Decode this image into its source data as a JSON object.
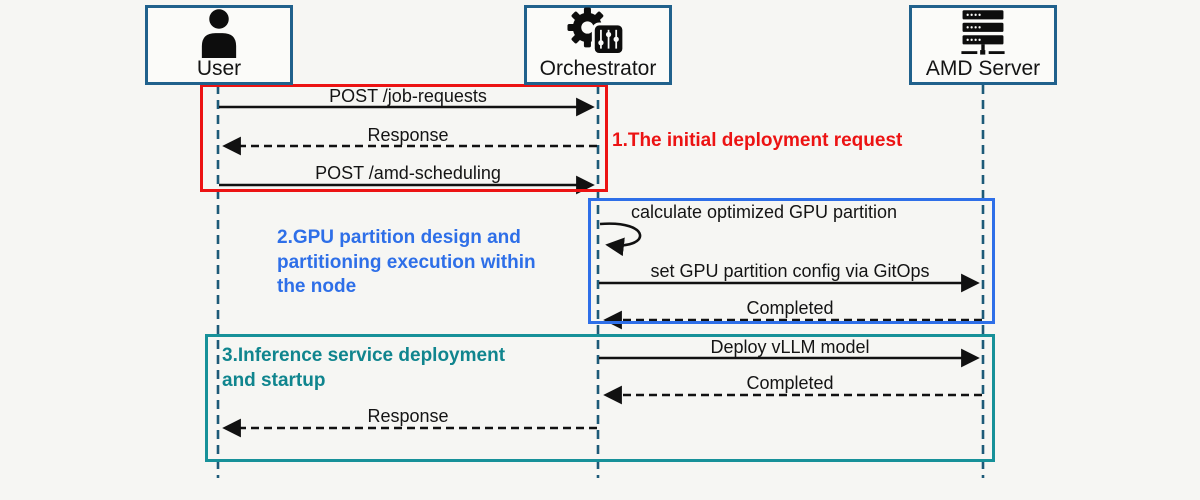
{
  "diagram_type": "sequence-diagram",
  "colors": {
    "actor_border": "#20618c",
    "lifeline": "#1d5a78",
    "message": "#141414",
    "group1_red": "#ec1313",
    "group2_blue": "#2e6fe8",
    "group3_teal": "#179199",
    "background": "#f6f6f3"
  },
  "actors": [
    {
      "label": "User",
      "icon": "person-icon"
    },
    {
      "label": "Orchestrator",
      "icon": "gear-sliders-icon"
    },
    {
      "label": "AMD Server",
      "icon": "server-rack-icon"
    }
  ],
  "groups": [
    {
      "label": "1.The initial deployment request",
      "color": "#ec1313"
    },
    {
      "label": "2.GPU partition design and\npartitioning execution within\nthe node",
      "color": "#2e6fe8"
    },
    {
      "label": "3.Inference service deployment\nand startup",
      "color": "#179199"
    }
  ],
  "messages": [
    {
      "label": "POST /job-requests",
      "from": "User",
      "to": "Orchestrator",
      "style": "solid"
    },
    {
      "label": "Response",
      "from": "Orchestrator",
      "to": "User",
      "style": "dashed"
    },
    {
      "label": "POST /amd-scheduling",
      "from": "User",
      "to": "Orchestrator",
      "style": "solid"
    },
    {
      "label": "calculate optimized GPU partition",
      "from": "Orchestrator",
      "to": "Orchestrator",
      "style": "self-loop"
    },
    {
      "label": "set GPU partition config via GitOps",
      "from": "Orchestrator",
      "to": "AMD Server",
      "style": "solid"
    },
    {
      "label": "Completed",
      "from": "AMD Server",
      "to": "Orchestrator",
      "style": "dashed"
    },
    {
      "label": "Deploy vLLM model",
      "from": "Orchestrator",
      "to": "AMD Server",
      "style": "solid"
    },
    {
      "label": "Completed",
      "from": "AMD Server",
      "to": "Orchestrator",
      "style": "dashed"
    },
    {
      "label": "Response",
      "from": "Orchestrator",
      "to": "User",
      "style": "dashed"
    }
  ]
}
